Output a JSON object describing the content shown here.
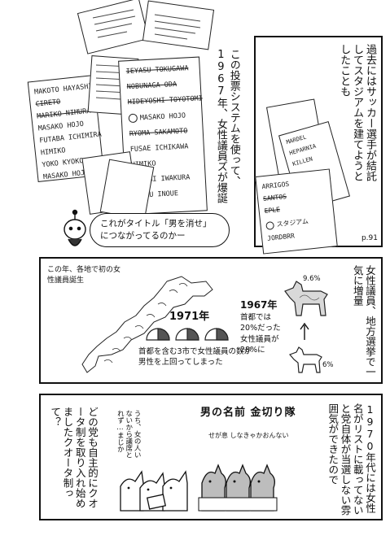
{
  "page_number": "p.91",
  "panel1": {
    "narration": "この投票システムを使って、1967年、女性議員ズが爆誕",
    "speech": "これがタイトル「男を消せ」につながってるのかー",
    "ballot_left": [
      "MAKOTO HAYASHI",
      "CIRETO",
      "MARIKO NIMURA",
      "MASAKO HOJO",
      "FUTABA ICHIMIRA",
      "HIMIKO",
      "YOKO KYOKO",
      "MASAKO HOJO"
    ],
    "ballot_center": [
      "IEYASU TOKUGAWA",
      "NOBUNAGA ODA",
      "HIDEYOSHI TOYOTOMI",
      "MASAKO HOJO",
      "RYOMA SAKAMOTO",
      "FUSAE ICHIKAWA",
      "HIMIKO",
      "TOMOMI IWAKURA",
      "KAORU INOUE"
    ]
  },
  "panel2": {
    "narration": "過去にはサッカー選手が結託してスタジアムを建てようとしたことも",
    "ballot_lines": [
      "ARRIGOS",
      "SANTOS",
      "EPLE",
      "スタジアム",
      "JORDBRR",
      "MARDEL",
      "HEPARNIA",
      "KILLEN"
    ],
    "circled_item": "スタジアム"
  },
  "panel3": {
    "caption": "この年、各地で初の女性議員誕生",
    "year_1967": "1967年",
    "text_1967": "首都では20%だった女性議員が28%に",
    "year_1971": "1971年",
    "text_1971": "首都を含む3市で女性議員の数が男性を上回ってしまった",
    "narration": "女性議員、地方選挙で一気に増量",
    "before_percent": "6%",
    "after_percent": "9.6%"
  },
  "panel4": {
    "narration_right": "1970年代には女性名がリストに載ってないと党自体が当選しない雰囲気ができたので",
    "narration_left": "どの党も自主的にクオータ制を取り入れ始めましたクオータ制って？",
    "sign_title": "男の名前 金切り隊",
    "sign_sub": "せが息 しなきゃかおんない",
    "whisper": "うち、女の人いないから議席とれず…まじか"
  }
}
